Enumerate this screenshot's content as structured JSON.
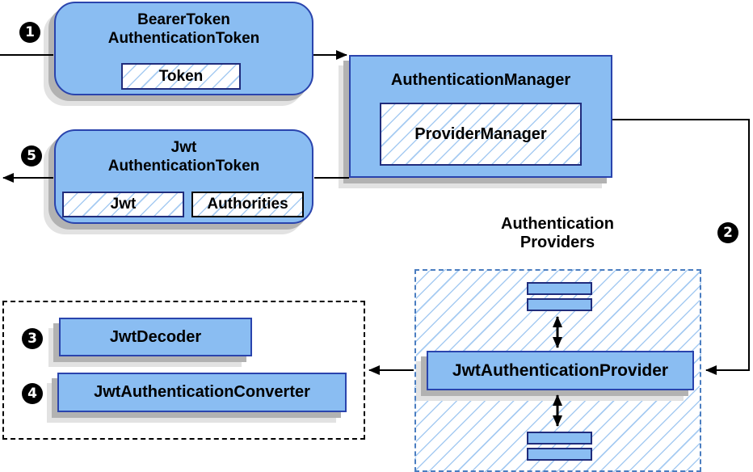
{
  "nodes": {
    "bearer": {
      "line1": "BearerToken",
      "line2": "AuthenticationToken",
      "token": "Token"
    },
    "manager": {
      "title": "AuthenticationManager",
      "inner": "ProviderManager"
    },
    "jwt_token": {
      "line1": "Jwt",
      "line2": "AuthenticationToken",
      "jwt": "Jwt",
      "authorities": "Authorities"
    },
    "providers": {
      "label1": "Authentication",
      "label2": "Providers",
      "provider": "JwtAuthenticationProvider"
    },
    "resolvers": {
      "decoder": "JwtDecoder",
      "converter": "JwtAuthenticationConverter"
    }
  },
  "badges": {
    "step1": "1",
    "step2": "2",
    "step3": "3",
    "step4": "4",
    "step5": "5"
  },
  "colors": {
    "node_fill": "#8abdf2",
    "node_border": "#2a44ad",
    "inner_border": "#202c7c",
    "hatch_line": "#a6cbf2",
    "dashed_blue": "#4a7dc0",
    "dashed_black": "#000000",
    "shadow_dark": "#b2b2b2",
    "shadow_light": "#e2e2e2",
    "arrow": "#000000"
  }
}
